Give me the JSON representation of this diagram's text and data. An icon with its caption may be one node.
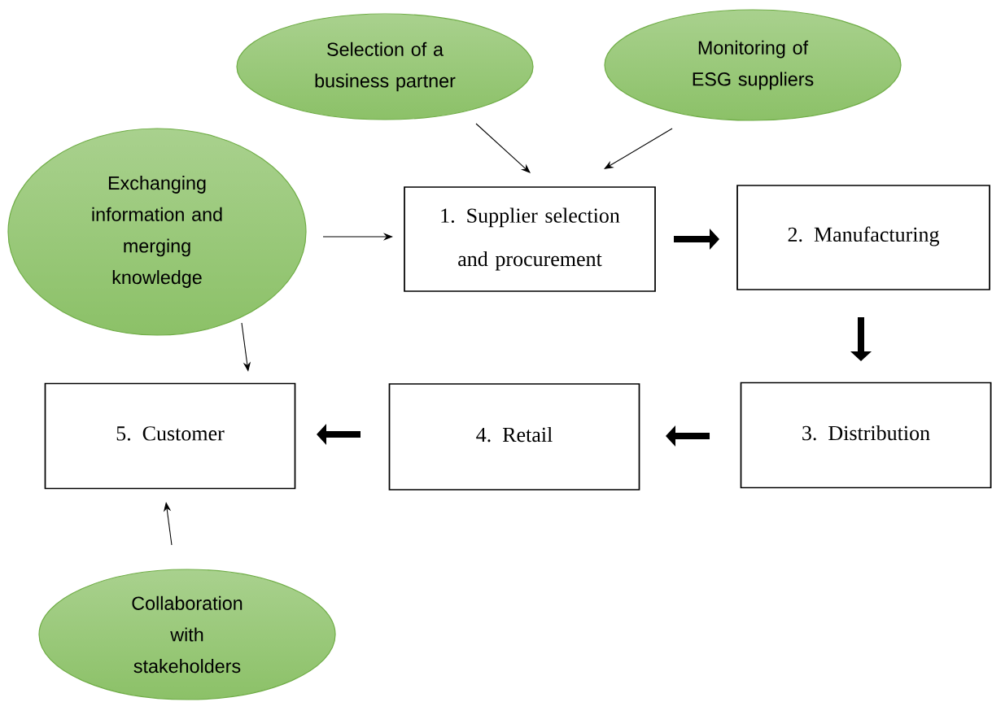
{
  "diagram": {
    "nodes": [
      {
        "text": [
          "Selection of a business partner"
        ]
      },
      {
        "text": [
          "Monitoring of ESG suppliers"
        ]
      },
      {
        "text": [
          "Exchanging information and merging knowledge"
        ]
      },
      {
        "text": [
          "1. Supplier selection and procurement"
        ]
      },
      {
        "text": [
          "2. Manufacturing"
        ]
      },
      {
        "text": [
          "3. Distribution"
        ]
      },
      {
        "text": [
          "4. Retail"
        ]
      },
      {
        "text": [
          "5. Customer"
        ]
      },
      {
        "text": [
          "Collaboration with stakeholders"
        ]
      }
    ],
    "edges": [
      {
        "from": 0,
        "to": 3,
        "arrow": "to"
      },
      {
        "from": 1,
        "to": 3,
        "arrow": "to"
      },
      {
        "from": 2,
        "to": 3,
        "arrow": "to"
      },
      {
        "from": 2,
        "to": 7,
        "arrow": "to"
      },
      {
        "from": 8,
        "to": 7,
        "arrow": "to"
      },
      {
        "from": 3,
        "to": 4,
        "arrow": "to",
        "style": "thick"
      },
      {
        "from": 4,
        "to": 5,
        "arrow": "to",
        "style": "thick"
      },
      {
        "from": 5,
        "to": 6,
        "arrow": "to",
        "style": "thick"
      },
      {
        "from": 6,
        "to": 7,
        "arrow": "to",
        "style": "thick"
      }
    ]
  }
}
